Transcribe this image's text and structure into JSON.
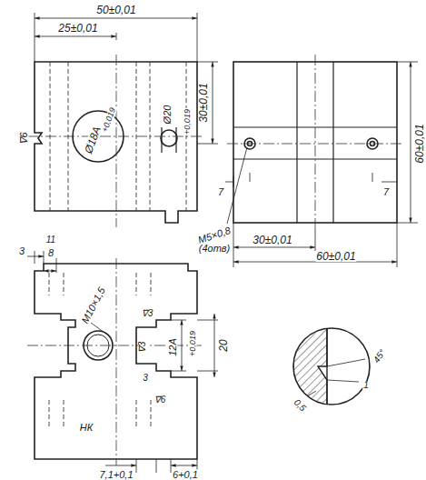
{
  "diagram": {
    "labels": [
      "50±0,01",
      "25±0,01",
      "Ø18А",
      "+0,019",
      "∇6",
      "Ø20",
      "+0,019",
      "30±0,01",
      "60±0,01",
      "М5×0,8",
      "(4отв)",
      "7",
      "7",
      "30±0,01",
      "60±0,01",
      "3",
      "8",
      "11",
      "М10×1,5",
      "∇3",
      "∇3",
      "3",
      "12А",
      "+0,019",
      "20",
      "НК",
      "∇6",
      "7,1+0,1",
      "6+0,1",
      "0,5",
      "1",
      "45°"
    ]
  }
}
